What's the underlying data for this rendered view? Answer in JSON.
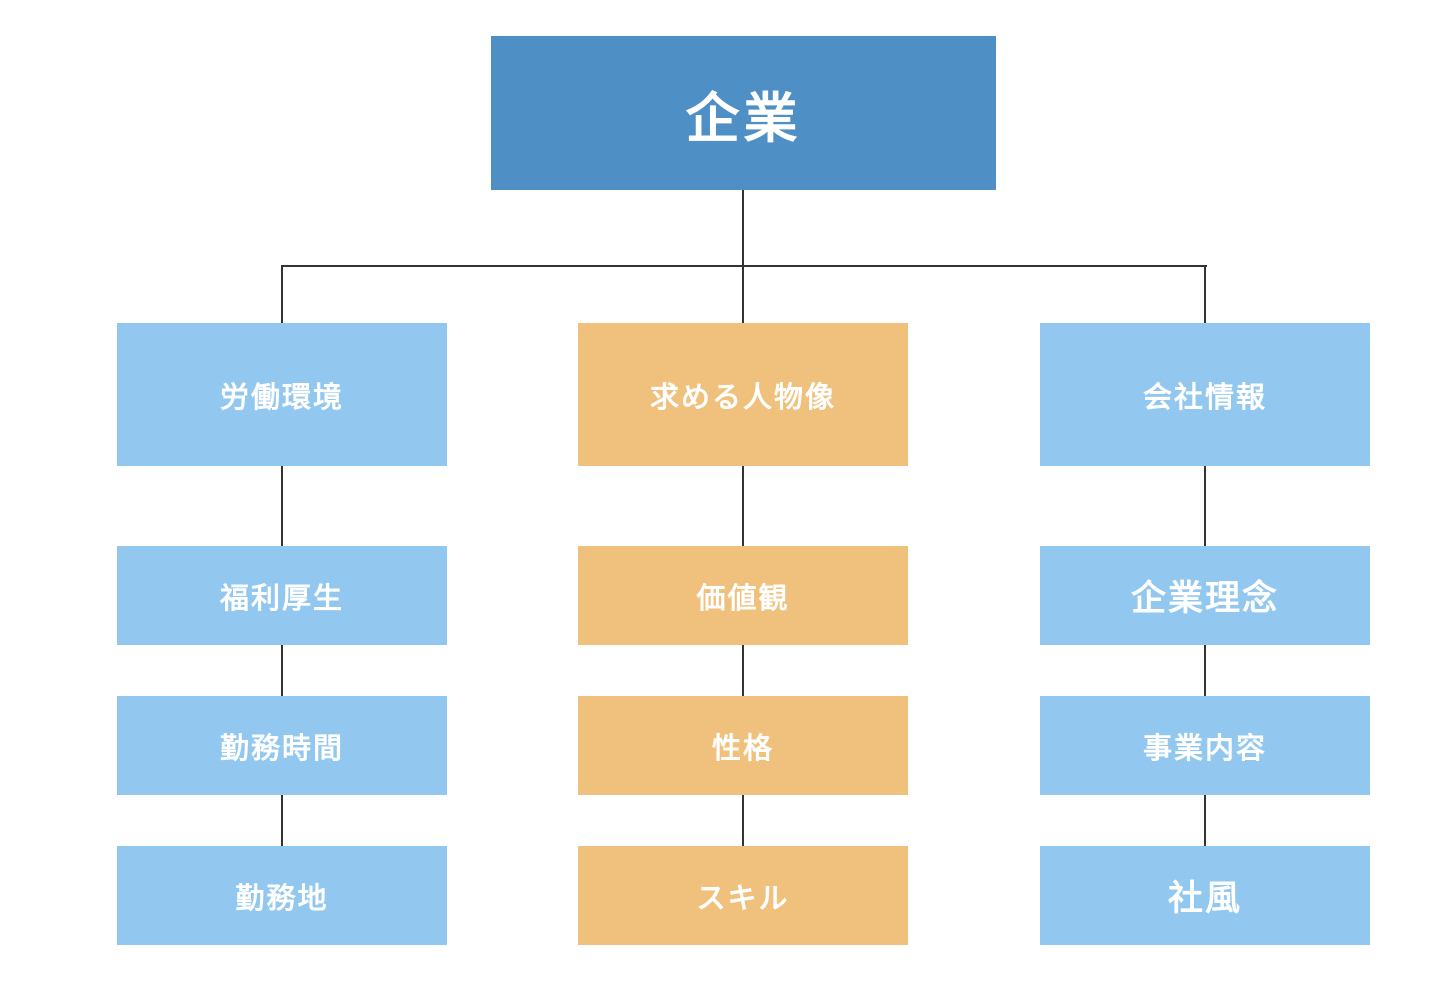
{
  "chart": {
    "type": "org-tree",
    "root": {
      "label": "企業"
    },
    "columns": [
      {
        "theme": "blue",
        "nodes": [
          "労働環境",
          "福利厚生",
          "勤務時間",
          "勤務地"
        ]
      },
      {
        "theme": "orange",
        "nodes": [
          "求める人物像",
          "価値観",
          "性格",
          "スキル"
        ]
      },
      {
        "theme": "blue",
        "nodes": [
          "会社情報",
          "企業理念",
          "事業内容",
          "社風"
        ]
      }
    ],
    "colors": {
      "root_bg": "#4e8fc6",
      "blue_bg": "#92c7ef",
      "orange_bg": "#f0c17c",
      "line": "#333333",
      "text": "#ffffff"
    }
  }
}
